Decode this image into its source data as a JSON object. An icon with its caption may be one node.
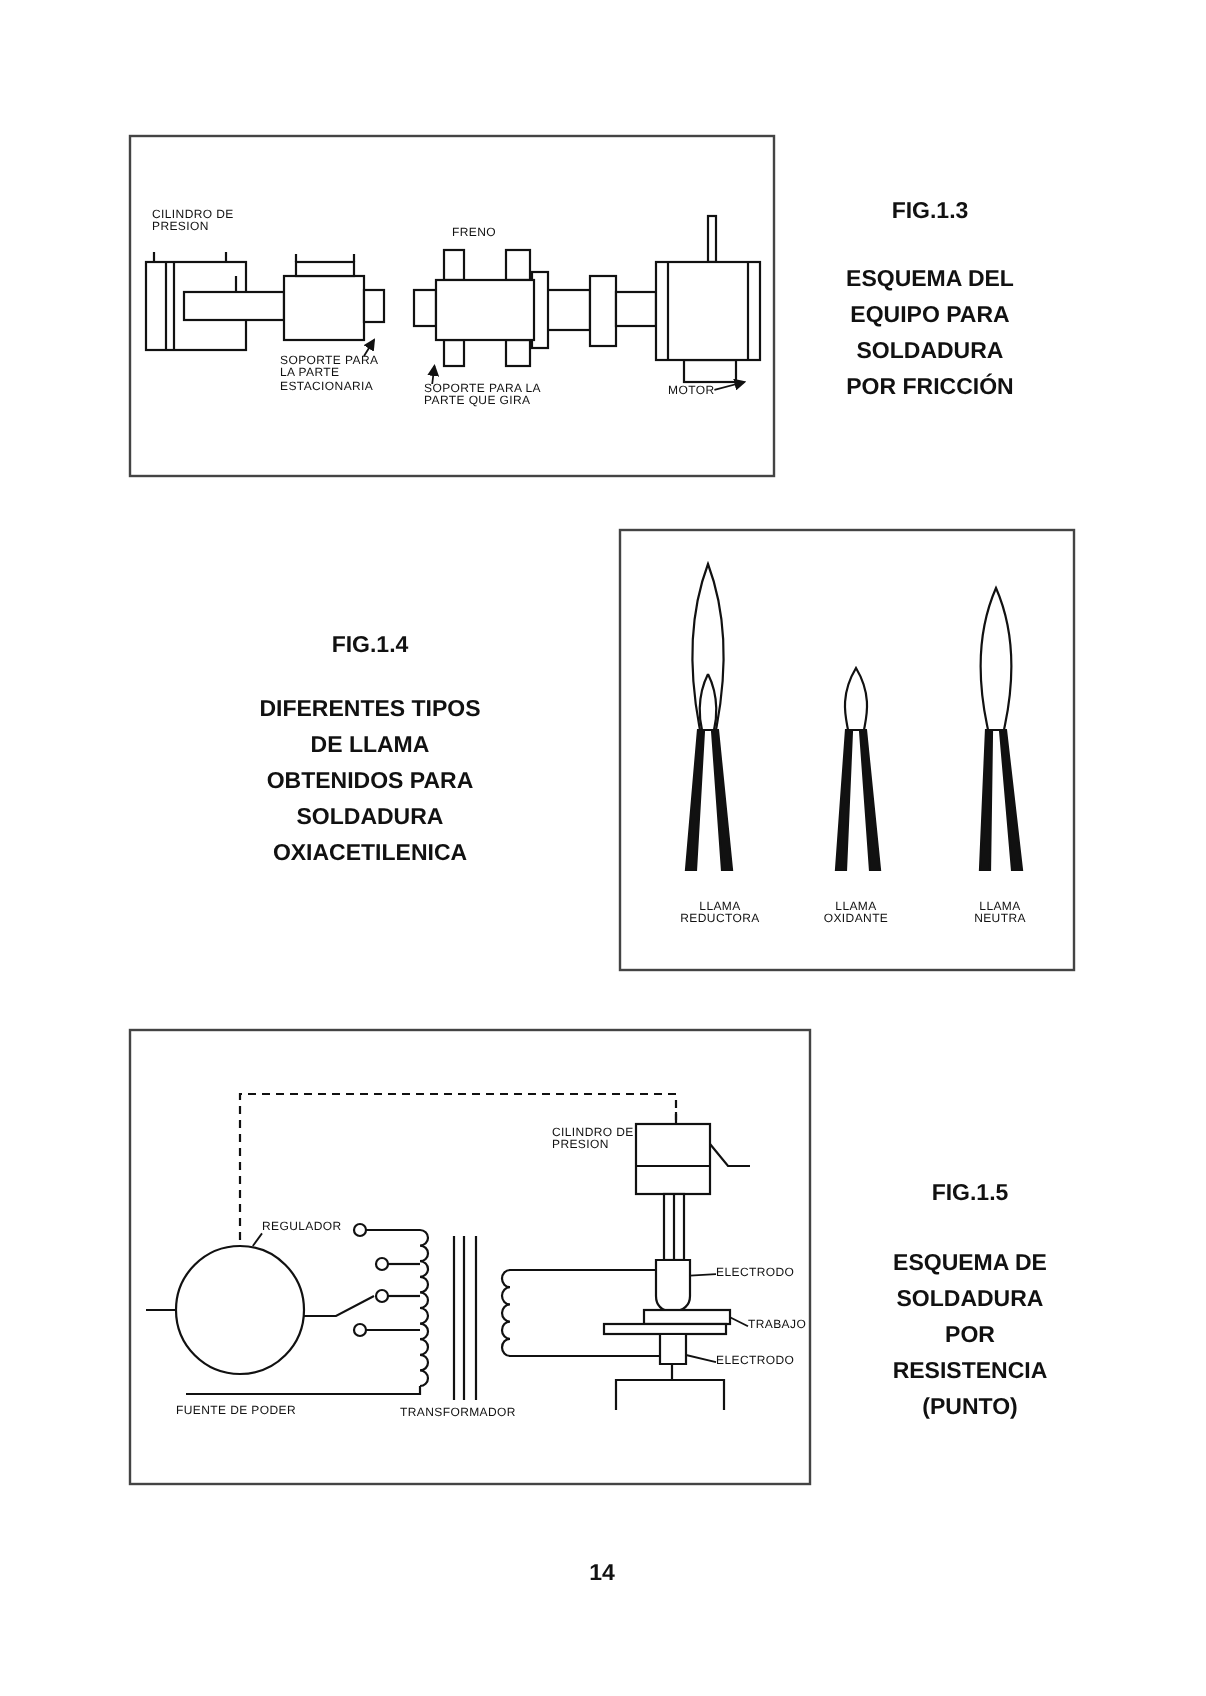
{
  "diagram": {
    "nodes": [
      {
        "text": [
          "SOPORTE PARA LA PARTE ESTACIONARIA"
        ]
      },
      {
        "text": [
          "SOPORTE PARA LA PARTE QUE GIRA"
        ]
      },
      {
        "text": [
          "MOTOR"
        ]
      },
      {
        "text": [
          "REGULADOR"
        ]
      },
      {
        "text": [
          "ELECTRODO"
        ]
      },
      {
        "text": [
          "TRABAJO"
        ]
      },
      {
        "text": [
          "ELECTRODO"
        ]
      },
      {
        "text": [],
        "shape": "box"
      },
      {
        "text": [],
        "shape": "picture"
      },
      {
        "text": [],
        "shape": "picture"
      },
      {
        "text": [],
        "shape": "circle",
        "beside": [
          "FUENTE DE PODER"
        ]
      },
      {
        "text": [],
        "shape": "box"
      },
      {
        "text": [],
        "shape": "picture"
      },
      {
        "text": [],
        "shape": "box"
      }
    ],
    "edges": [
      {
        "from": 0,
        "to": 7,
        "arrow": "to"
      },
      {
        "from": 1,
        "to": 8,
        "arrow": "to"
      },
      {
        "from": 2,
        "to": 9,
        "arrow": "to"
      },
      {
        "from": 3,
        "to": 10,
        "arrow": "none"
      },
      {
        "from": 4,
        "to": 11,
        "arrow": "none"
      },
      {
        "from": 5,
        "to": 12,
        "arrow": "none"
      },
      {
        "from": 6,
        "to": 13,
        "arrow": "none"
      }
    ],
    "labels": [
      "FIG.1.3",
      "ESQUEMA DEL EQUIPO PARA SOLDADURA POR FRICCIÓN",
      "CILINDRO DE PRESION",
      "FRENO",
      "FIG.1.4",
      "DIFERENTES TIPOS DE LLAMA OBTENIDOS PARA SOLDADURA OXIACETILENICA",
      "LLAMA REDUCTORA",
      "LLAMA OXIDANTE",
      "LLAMA NEUTRA",
      "CILINDRO DE PRESION",
      "TRANSFORMADOR",
      "FIG.1.5",
      "ESQUEMA DE SOLDADURA POR RESISTENCIA (PUNTO)",
      "14"
    ]
  }
}
